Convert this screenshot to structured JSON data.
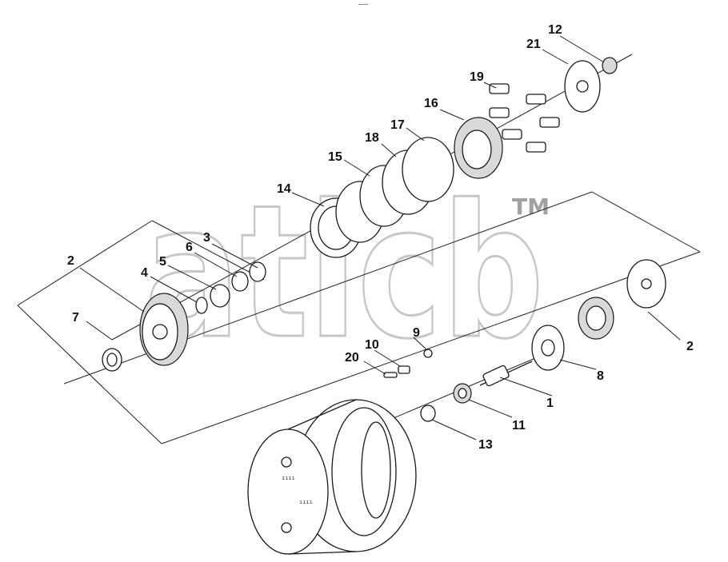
{
  "watermark": {
    "text": "aticb",
    "trademark": "TM"
  },
  "corner_mark": "~~~",
  "housing_markings": [
    "ıııı",
    "ıııı"
  ],
  "callouts": [
    "1",
    "2",
    "2",
    "3",
    "4",
    "5",
    "6",
    "7",
    "8",
    "9",
    "10",
    "11",
    "12",
    "13",
    "14",
    "15",
    "16",
    "17",
    "18",
    "19",
    "20",
    "21"
  ]
}
